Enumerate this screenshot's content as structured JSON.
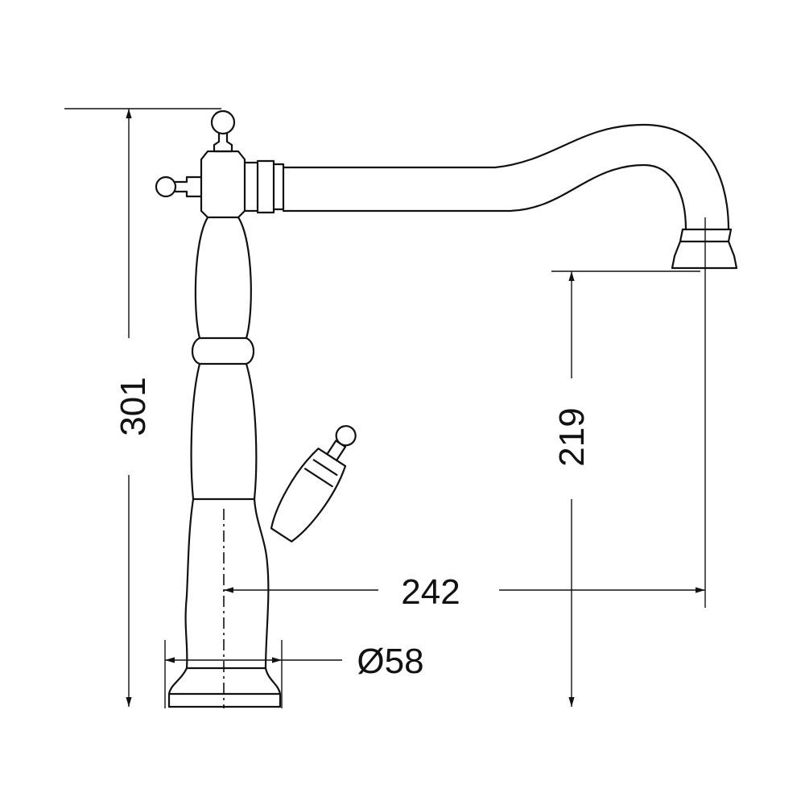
{
  "drawing": {
    "dimensions": {
      "total_height": "301",
      "spout_height": "219",
      "spout_reach": "242",
      "base_diameter": "Ø58"
    }
  }
}
